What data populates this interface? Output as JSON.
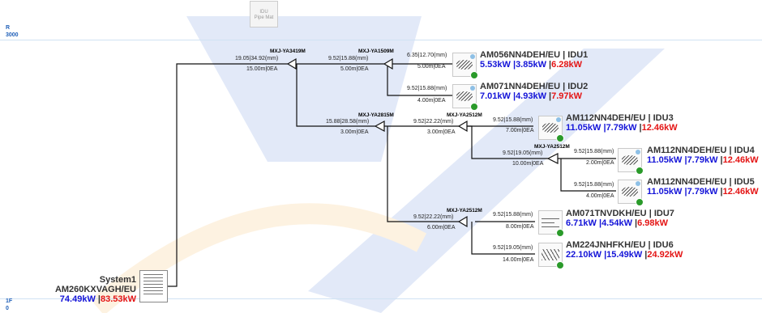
{
  "header": {
    "button_line1": "IDU",
    "button_line2": "Pipe Mat"
  },
  "floors": {
    "top_label": "R",
    "top_value": "3000",
    "bottom_label": "1F",
    "bottom_value": "0"
  },
  "outdoor": {
    "name": "System1",
    "model": "AM260KXVAGH/EU",
    "cool": "74.49kW",
    "heat": "83.53kW"
  },
  "branches": [
    {
      "name": "MXJ-YA3419M"
    },
    {
      "name": "MXJ-YA1509M"
    },
    {
      "name": "MXJ-YA2815M"
    },
    {
      "name": "MXJ-YA2512M"
    },
    {
      "name": "MXJ-YA2512M"
    },
    {
      "name": "MXJ-YA2512M"
    }
  ],
  "pipes": [
    {
      "size": "19.05|34.92(mm)",
      "len": "15.00m|0EA"
    },
    {
      "size": "9.52|15.88(mm)",
      "len": "5.00m|0EA"
    },
    {
      "size": "6.35|12.70(mm)",
      "len": "5.00m|0EA"
    },
    {
      "size": "9.52|15.88(mm)",
      "len": "4.00m|0EA"
    },
    {
      "size": "15.88|28.58(mm)",
      "len": "3.00m|0EA"
    },
    {
      "size": "9.52|22.22(mm)",
      "len": "3.00m|0EA"
    },
    {
      "size": "9.52|15.88(mm)",
      "len": "7.00m|0EA"
    },
    {
      "size": "9.52|19.05(mm)",
      "len": "10.00m|0EA"
    },
    {
      "size": "9.52|15.88(mm)",
      "len": "2.00m|0EA"
    },
    {
      "size": "9.52|15.88(mm)",
      "len": "4.00m|0EA"
    },
    {
      "size": "9.52|22.22(mm)",
      "len": "6.00m|0EA"
    },
    {
      "size": "9.52|15.88(mm)",
      "len": "8.00m|0EA"
    },
    {
      "size": "9.52|19.05(mm)",
      "len": "14.00m|0EA"
    }
  ],
  "units": [
    {
      "model": "AM056NN4DEH/EU",
      "tag": "IDU1",
      "sep": " | ",
      "cool": "5.53kW",
      "sens": "3.85kW",
      "heat": "6.28kW",
      "icon": "cassette-icon"
    },
    {
      "model": "AM071NN4DEH/EU",
      "tag": "IDU2",
      "sep": " | ",
      "cool": "7.01kW",
      "sens": "4.93kW",
      "heat": "7.97kW",
      "icon": "cassette-icon"
    },
    {
      "model": "AM112NN4DEH/EU",
      "tag": "IDU3",
      "sep": " | ",
      "cool": "11.05kW",
      "sens": "7.79kW",
      "heat": "12.46kW",
      "icon": "cassette-icon"
    },
    {
      "model": "AM112NN4DEH/EU",
      "tag": "IDU4",
      "sep": " | ",
      "cool": "11.05kW",
      "sens": "7.79kW",
      "heat": "12.46kW",
      "icon": "cassette-icon"
    },
    {
      "model": "AM112NN4DEH/EU",
      "tag": "IDU5",
      "sep": " | ",
      "cool": "11.05kW",
      "sens": "7.79kW",
      "heat": "12.46kW",
      "icon": "cassette-icon"
    },
    {
      "model": "AM071TNVDKH/EU",
      "tag": "IDU7",
      "sep": " | ",
      "cool": "6.71kW",
      "sens": "4.54kW",
      "heat": "6.98kW",
      "icon": "slim-duct-icon"
    },
    {
      "model": "AM224JNHFKH/EU",
      "tag": "IDU6",
      "sep": " | ",
      "cool": "22.10kW",
      "sens": "15.49kW",
      "heat": "24.92kW",
      "icon": "duct-icon"
    }
  ],
  "colors": {
    "cooling": "#1414d8",
    "heating": "#e41414",
    "floor_label": "#1f5fb8"
  }
}
